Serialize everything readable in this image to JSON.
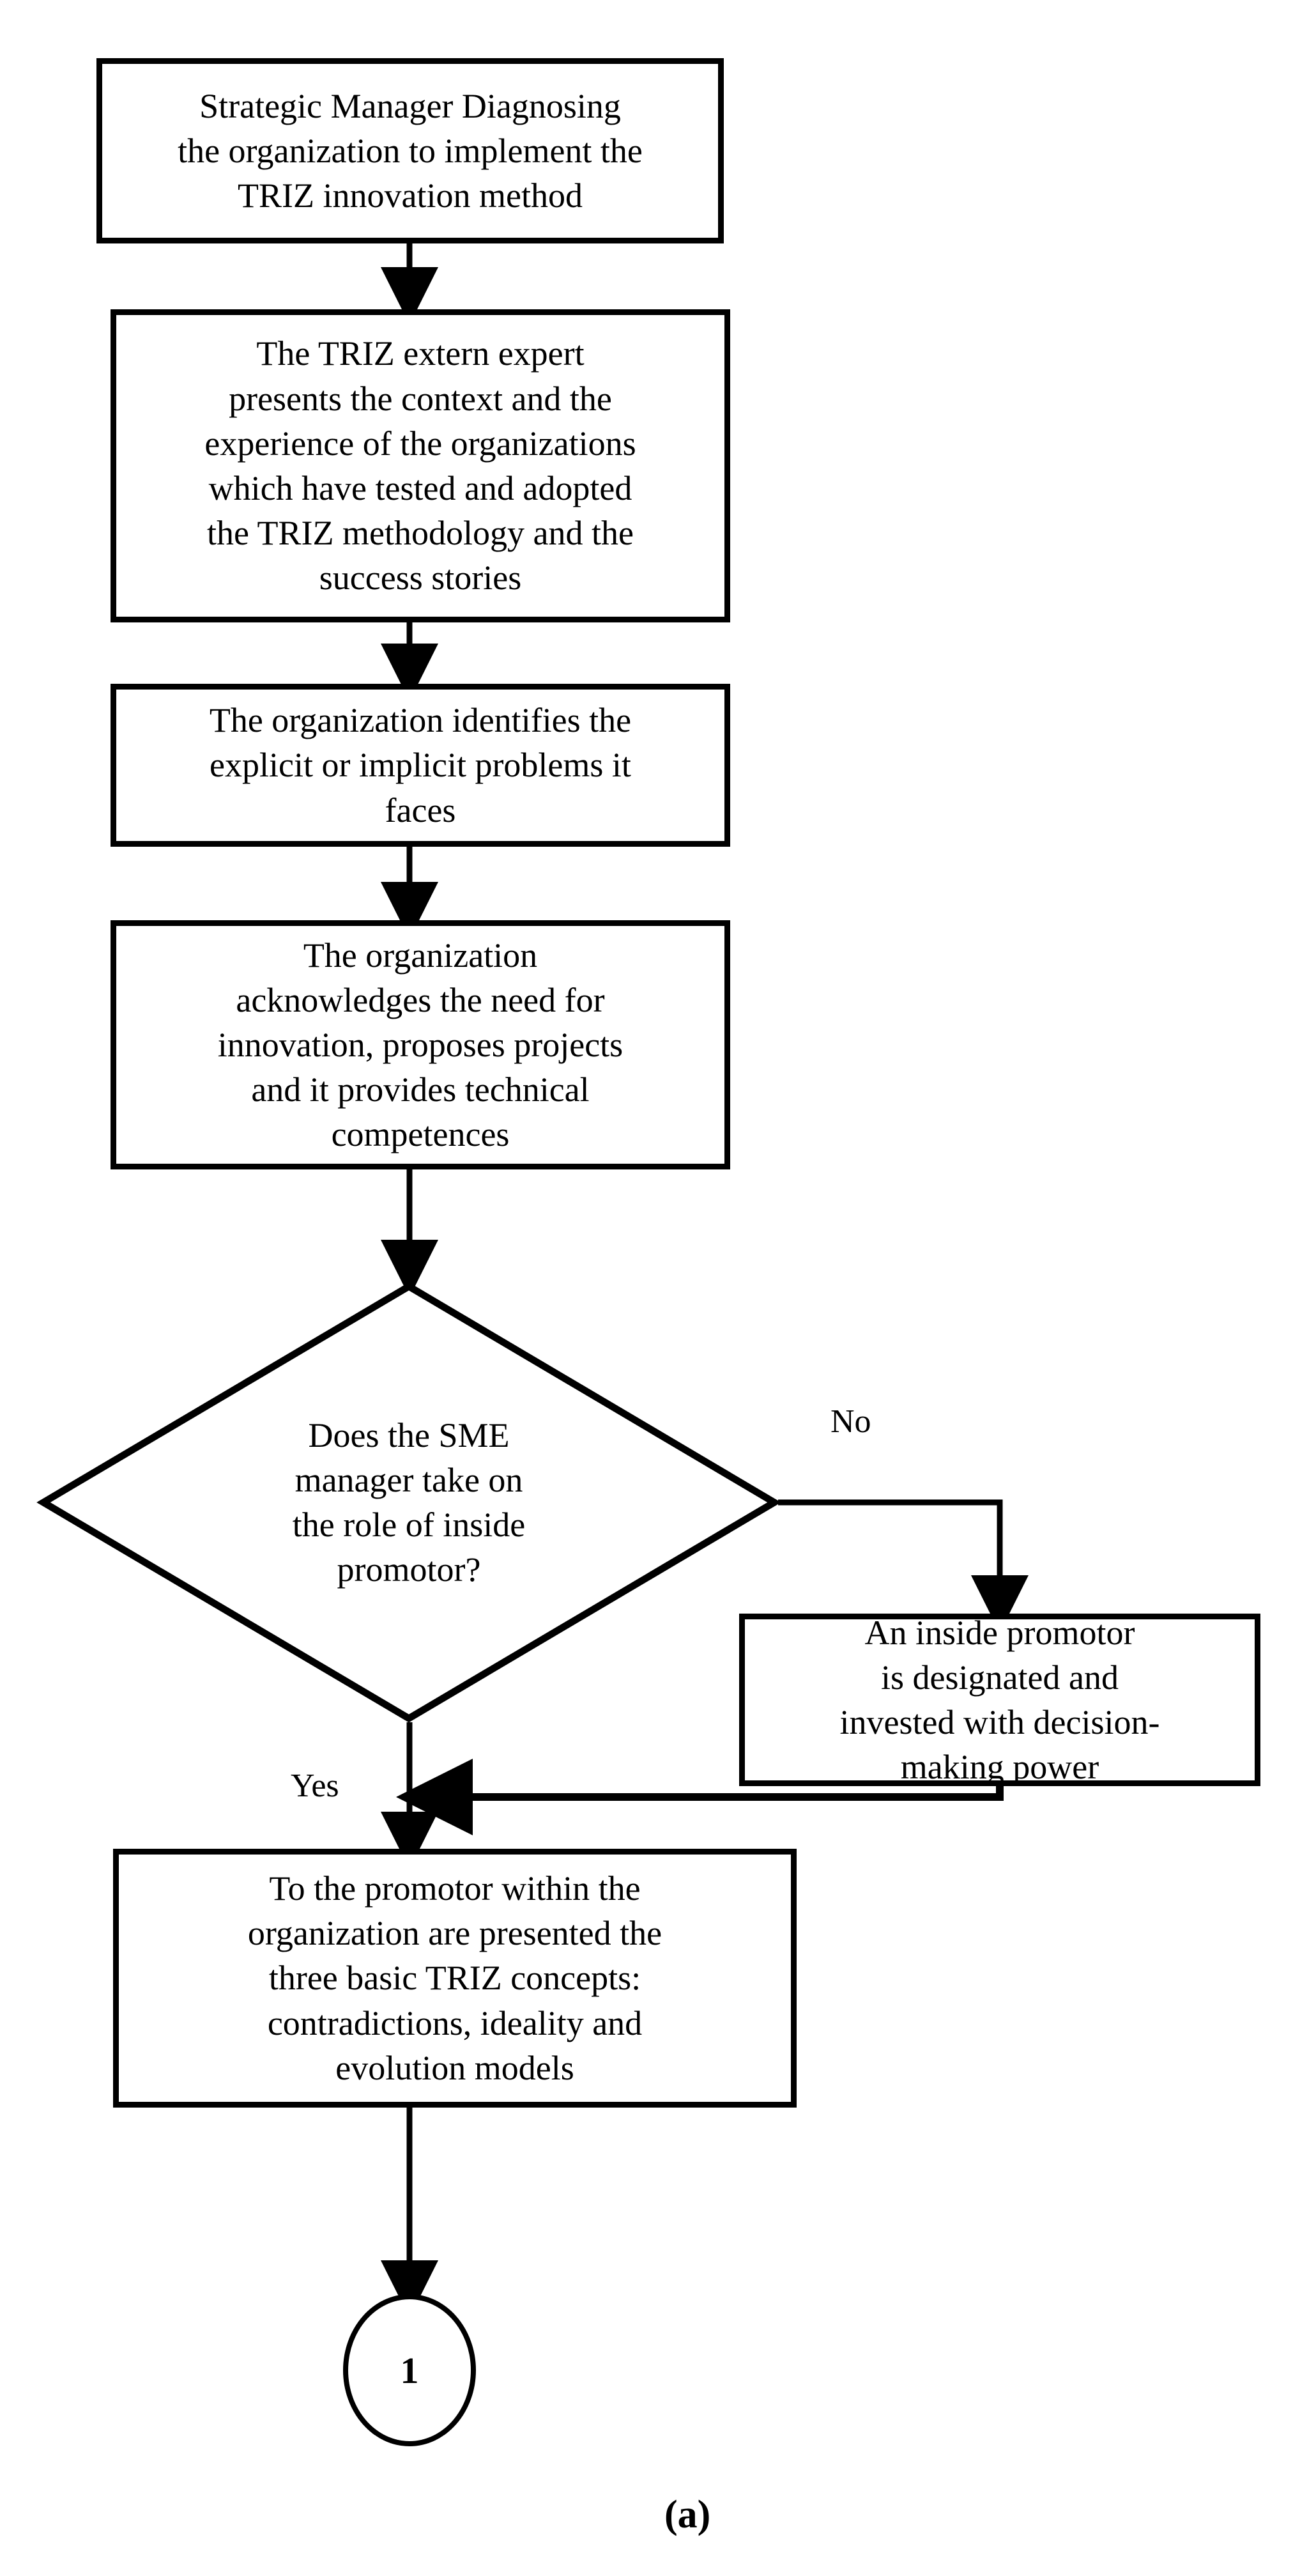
{
  "figure": {
    "caption": "(a)",
    "type": "flowchart"
  },
  "nodes": {
    "step1": {
      "shape": "process",
      "text": "Strategic Manager Diagnosing\nthe organization to implement the\nTRIZ innovation method"
    },
    "step2": {
      "shape": "process",
      "text": "The TRIZ extern expert\npresents the context and the\nexperience of the organizations\nwhich have tested and adopted\nthe TRIZ methodology and the\nsuccess stories"
    },
    "step3": {
      "shape": "process",
      "text": "The organization identifies the\nexplicit or implicit problems it\nfaces"
    },
    "step4": {
      "shape": "process",
      "text": "The organization\nacknowledges the need for\ninnovation, proposes projects\nand it provides technical\ncompetences"
    },
    "decision": {
      "shape": "diamond",
      "text": "Does the SME\nmanager take on\nthe role of inside\npromotor?"
    },
    "step5": {
      "shape": "process",
      "text": "An inside promotor\nis designated and\ninvested with decision-\nmaking power"
    },
    "step6": {
      "shape": "process",
      "text": "To the promotor within the\norganization are presented the\nthree basic TRIZ concepts:\ncontradictions, ideality and\nevolution models"
    },
    "connector1": {
      "shape": "circle",
      "text": "1"
    }
  },
  "edges": {
    "no_label": "No",
    "yes_label": "Yes"
  },
  "colors": {
    "stroke": "#000000",
    "fill": "#ffffff",
    "text": "#000000"
  }
}
